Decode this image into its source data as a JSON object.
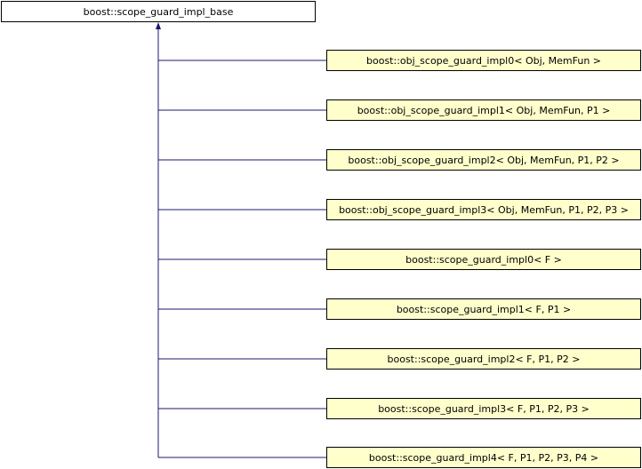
{
  "diagram": {
    "base": {
      "label": "boost::scope_guard_impl_base"
    },
    "derived": [
      {
        "label": "boost::obj_scope_guard_impl0< Obj, MemFun >"
      },
      {
        "label": "boost::obj_scope_guard_impl1< Obj, MemFun, P1 >"
      },
      {
        "label": "boost::obj_scope_guard_impl2< Obj, MemFun, P1, P2 >"
      },
      {
        "label": "boost::obj_scope_guard_impl3< Obj, MemFun, P1, P2, P3 >"
      },
      {
        "label": "boost::scope_guard_impl0< F >"
      },
      {
        "label": "boost::scope_guard_impl1< F, P1 >"
      },
      {
        "label": "boost::scope_guard_impl2< F, P1, P2 >"
      },
      {
        "label": "boost::scope_guard_impl3< F, P1, P2, P3 >"
      },
      {
        "label": "boost::scope_guard_impl4< F, P1, P2, P3, P4 >"
      }
    ],
    "colors": {
      "edge": "#191970",
      "node_border": "#000000",
      "base_fill": "#ffffff",
      "derived_fill": "#ffffcc"
    }
  }
}
